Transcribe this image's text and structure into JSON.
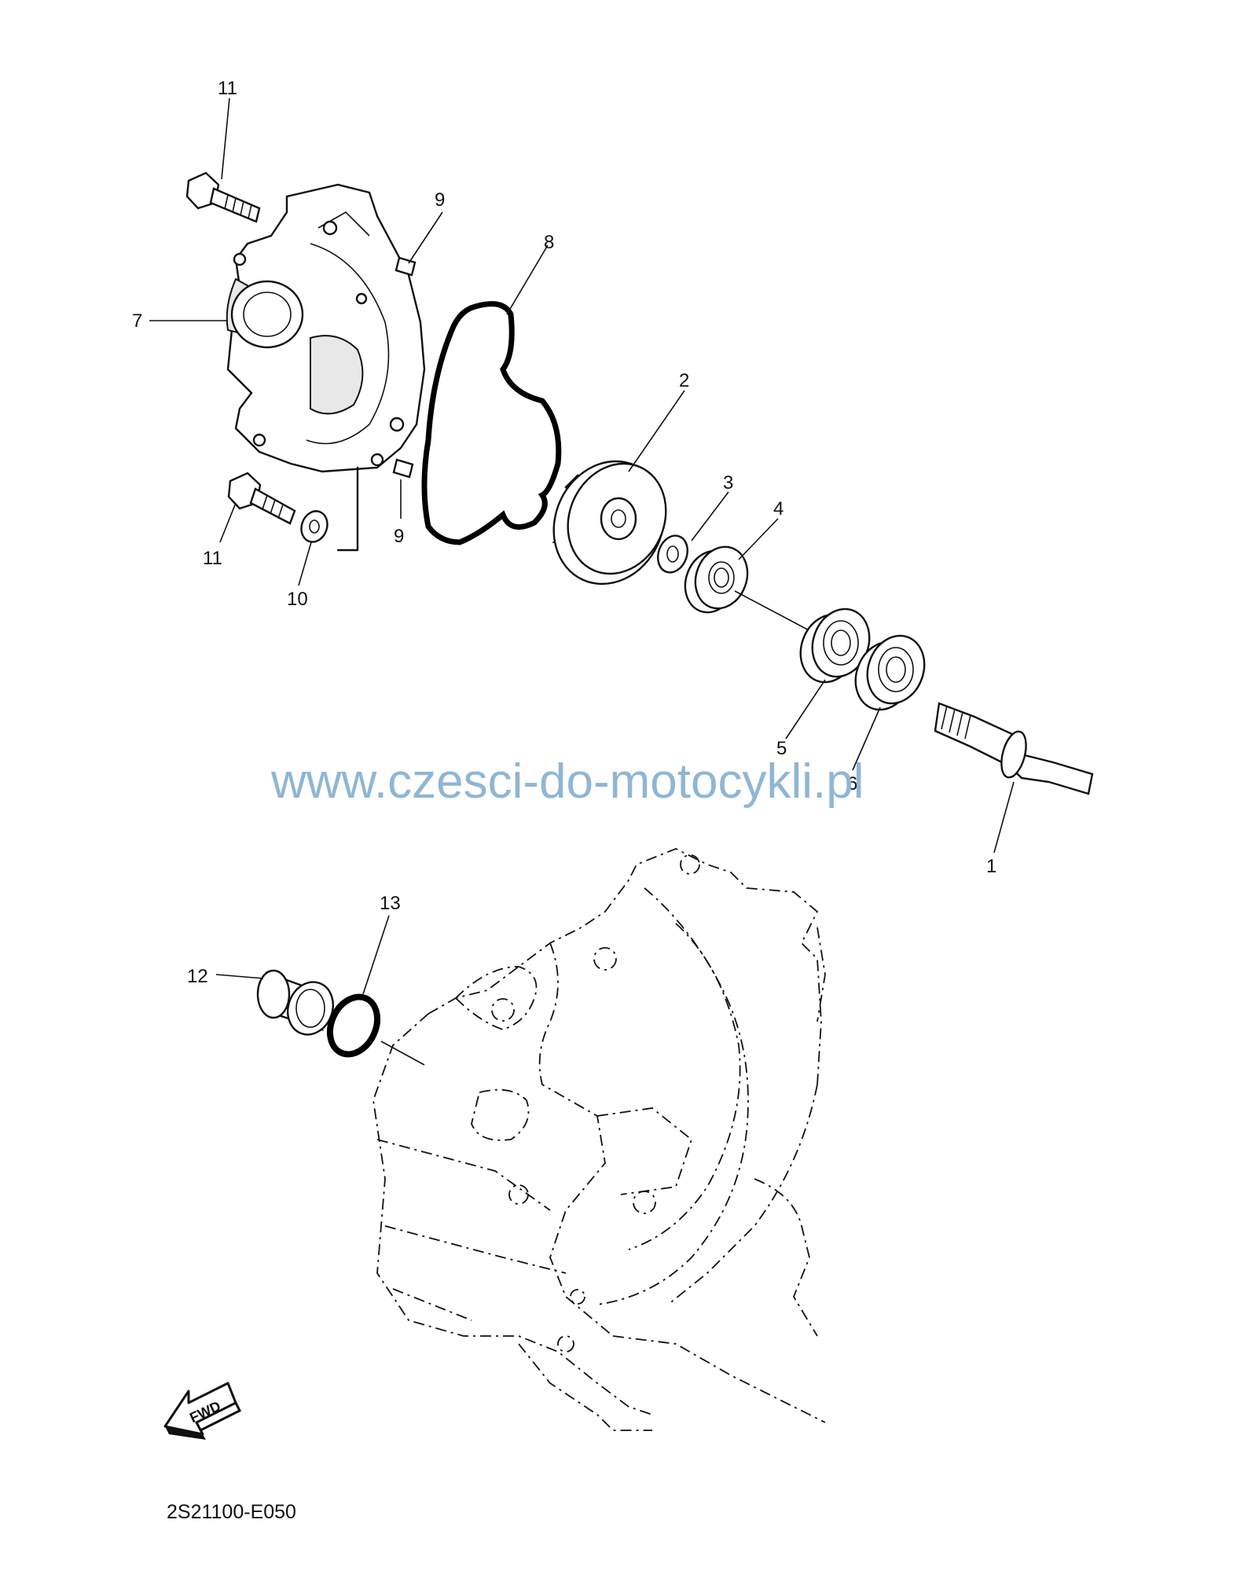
{
  "diagram": {
    "watermark": "www.czesci-do-motocykli.pl",
    "figure_code": "2S21100-E050",
    "fwd_label": "FWD",
    "callouts": [
      "1",
      "2",
      "3",
      "4",
      "5",
      "6",
      "7",
      "8",
      "9",
      "9",
      "10",
      "11",
      "11",
      "12",
      "13"
    ]
  }
}
